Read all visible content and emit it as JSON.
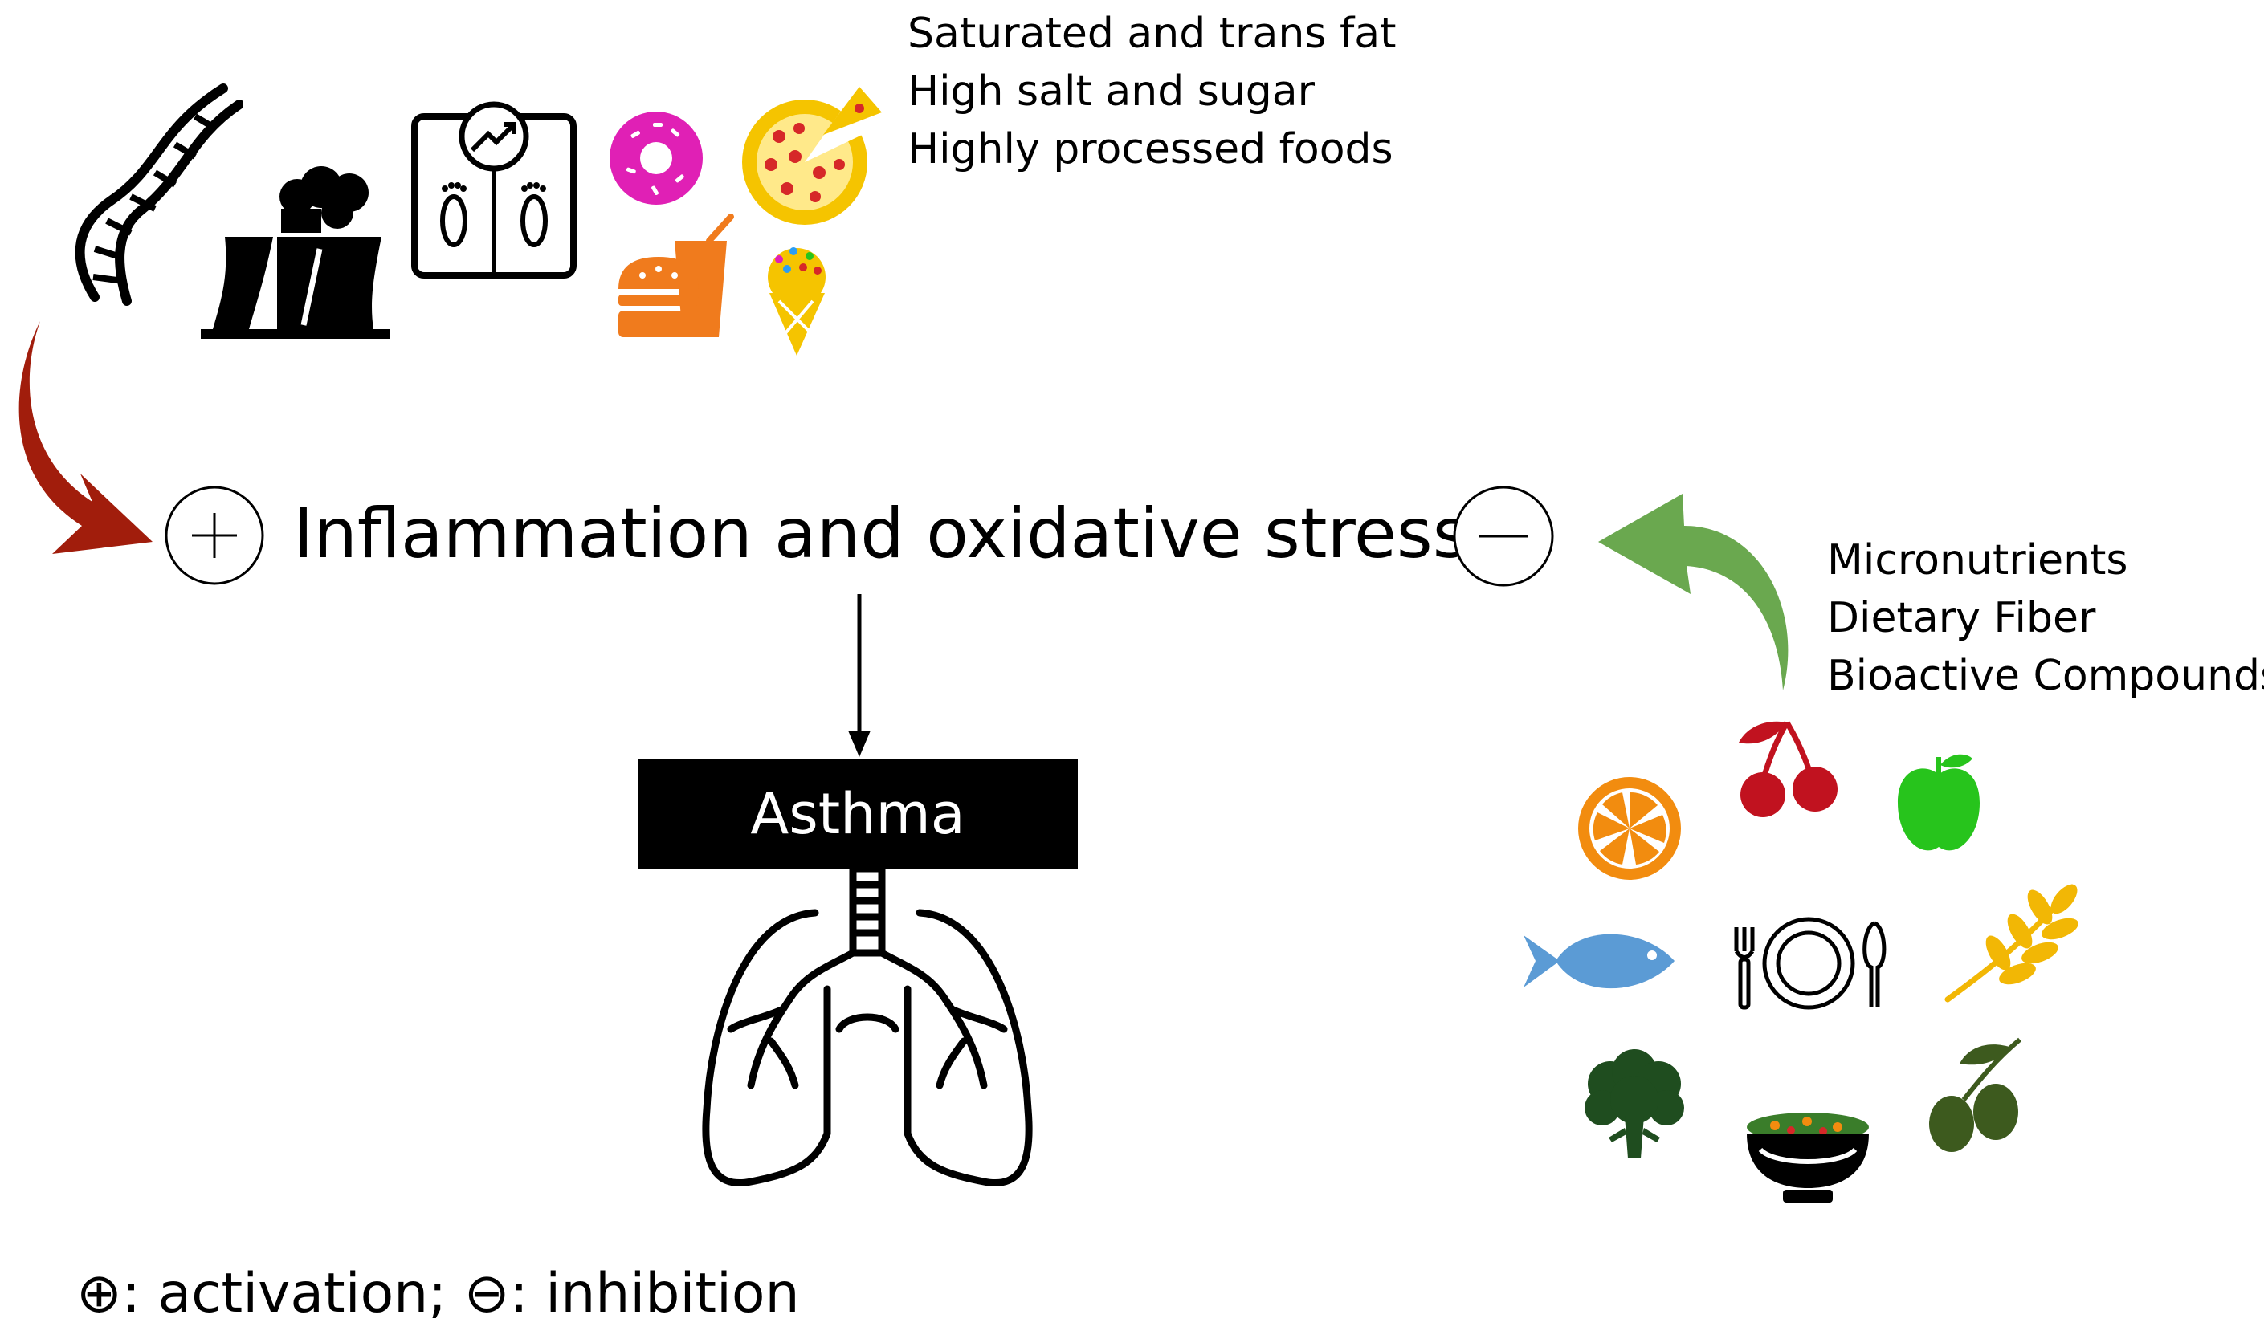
{
  "central": {
    "label": "Inflammation and oxidative stress",
    "activation_symbol": "+",
    "inhibition_symbol": "−"
  },
  "outcome": {
    "label": "Asthma"
  },
  "risk_factors": {
    "lines": [
      "Saturated and trans fat",
      "High salt and sugar",
      "Highly processed foods"
    ],
    "icons": [
      "dna-icon",
      "factory-pollution-icon",
      "weight-scale-icon",
      "donut-icon",
      "pizza-icon",
      "fast-food-icon",
      "ice-cream-icon"
    ]
  },
  "protective_factors": {
    "lines": [
      "Micronutrients",
      "Dietary Fiber",
      "Bioactive Compounds"
    ],
    "icons": [
      "orange-icon",
      "cherry-icon",
      "apple-icon",
      "fish-icon",
      "plate-cutlery-icon",
      "wheat-icon",
      "broccoli-icon",
      "soup-bowl-icon",
      "olive-icon"
    ]
  },
  "legend": {
    "text": "⊕: activation; ⊖: inhibition"
  },
  "colors": {
    "activation_arrow": "#a11d0c",
    "inhibition_arrow": "#6aa84f",
    "donut": "#e020b5",
    "pizza": "#f5c400",
    "fast_food": "#f07b1d",
    "orange": "#f28c0f",
    "cherry": "#c1121f",
    "apple": "#27c41c",
    "fish": "#5b9bd5",
    "wheat": "#f2b705",
    "broccoli": "#1f4d1f",
    "olive": "#3d5a1e"
  }
}
